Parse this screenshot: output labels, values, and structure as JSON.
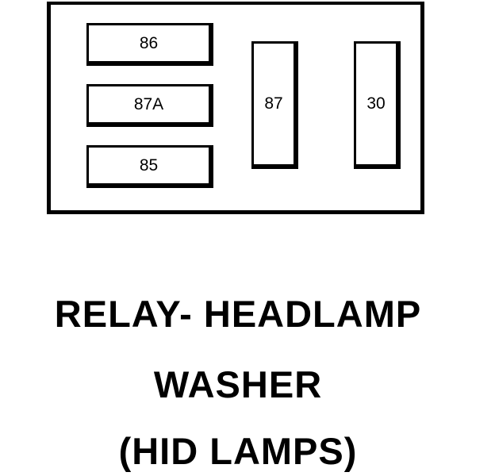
{
  "diagram": {
    "terminals": [
      {
        "id": "86",
        "label": "86"
      },
      {
        "id": "87A",
        "label": "87A"
      },
      {
        "id": "85",
        "label": "85"
      },
      {
        "id": "87",
        "label": "87"
      },
      {
        "id": "30",
        "label": "30"
      }
    ],
    "caption": {
      "line1": "RELAY- HEADLAMP",
      "line2": "WASHER",
      "line3": "(HID LAMPS)"
    }
  }
}
